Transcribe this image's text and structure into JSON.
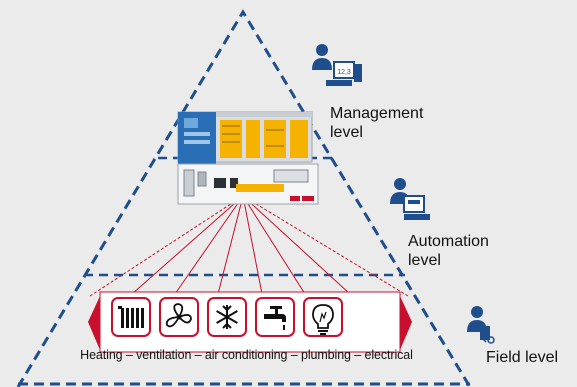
{
  "levels": {
    "management": "Management level",
    "automation": "Automation level",
    "field": "Field level"
  },
  "trades_caption": "Heating – ventilation – air conditioning – plumbing – electrical",
  "device_labels": {
    "monitor_readout": "12,3"
  },
  "icons": [
    "radiator-icon",
    "fan-icon",
    "snowflake-icon",
    "faucet-icon",
    "lightbulb-icon"
  ],
  "colors": {
    "triangle_border": "#1f4e8c",
    "connection_lines": "#c8102e",
    "icon_accent": "#c8102e",
    "device_blue": "#2a6fb5",
    "background": "#ebebeb"
  }
}
